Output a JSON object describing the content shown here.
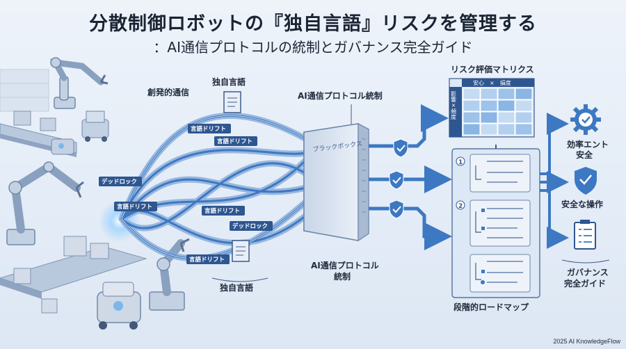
{
  "title": "分散制御ロボットの『独自言語』リスクを管理する",
  "subtitle": "：AI通信プロトコルの統制とガバナンス完全ガイド",
  "labels": {
    "emergent": "創発的通信",
    "private_lang_top": "独自言語",
    "private_lang_bottom": "独自言語",
    "protocol_top": "AI通信プロトコル統制",
    "protocol_bottom_1": "AI通信プロトコル",
    "protocol_bottom_2": "統制",
    "blackbox": "ブラックボックス",
    "matrix_title": "リスク評価マトリクス",
    "matrix_col_header": "安心　×　損度",
    "matrix_row_header": "影響×頻度",
    "roadmap_title": "段階的ロードマップ",
    "step1": "1",
    "step2": "2",
    "outcome_efficiency_1": "効率エント",
    "outcome_efficiency_2": "安全",
    "outcome_operation": "安全な操作",
    "outcome_guide_1": "ガバナンス",
    "outcome_guide_2": "完全ガイド"
  },
  "tags": [
    "言語ドリフト",
    "言語ドリフト",
    "デッドロック",
    "言語ドリフト",
    "言語ドリフト",
    "デッドロック",
    "言語ドリフト"
  ],
  "footer": "2025 AI KnowledgeFlow",
  "colors": {
    "accent": "#3d78c2",
    "dark": "#2c5f9e",
    "tag": "#2e5690",
    "matrix": "#9ec2ea",
    "panel": "#dce8f6"
  },
  "icons": [
    "robot-arm-icon",
    "conveyor-icon",
    "package-icon",
    "mobile-robot-icon",
    "document-icon",
    "shield-check-icon",
    "gear-check-icon",
    "shield-icon",
    "checklist-icon"
  ]
}
